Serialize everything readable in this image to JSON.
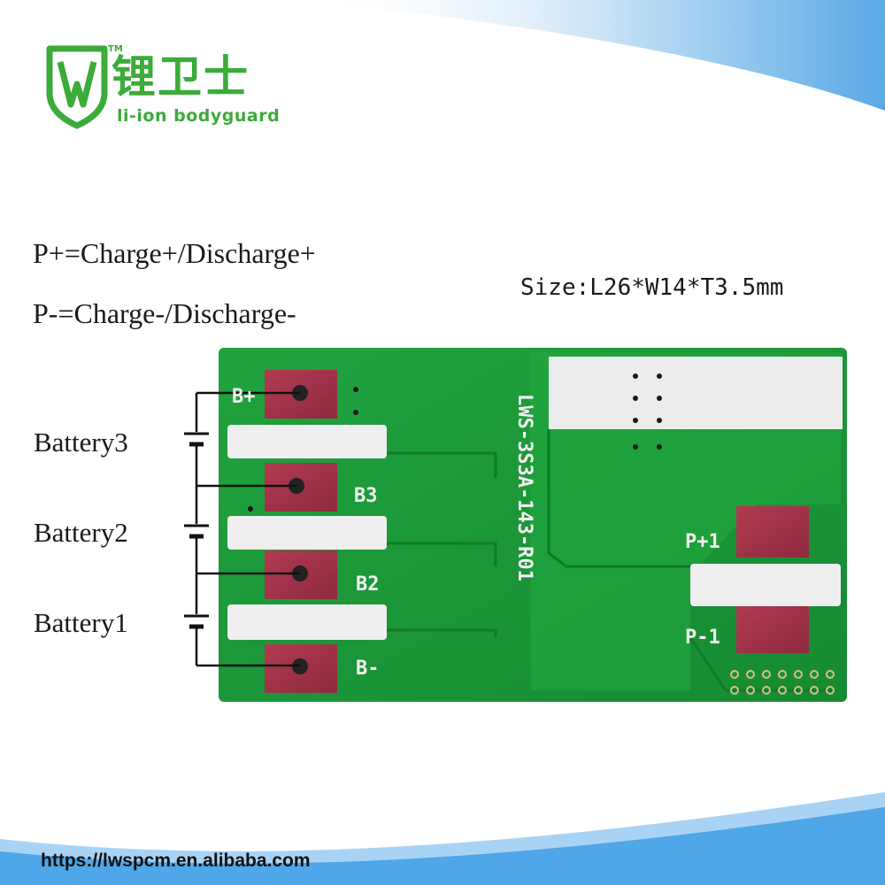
{
  "brand": {
    "name_cn": "锂卫士",
    "name_en": "li-ion bodyguard",
    "trademark": "TM",
    "logo_icon": "shield-w-logo",
    "color": "#3bab3a"
  },
  "legend": {
    "p_plus": "P+=Charge+/Discharge+",
    "p_minus": "P-=Charge-/Discharge-"
  },
  "size_spec": "Size:L26*W14*T3.5mm",
  "batteries": [
    "Battery3",
    "Battery2",
    "Battery1"
  ],
  "pcb": {
    "part_number": "LWS-3S3A-143-R01",
    "pads_left": [
      "B+",
      "B3",
      "B2",
      "B-"
    ],
    "pads_right": [
      "P+1",
      "P-1"
    ],
    "board_color": "#1f9a3a",
    "pad_color": "#a8334a"
  },
  "footer_url": "https://lwspcm.en.alibaba.com"
}
